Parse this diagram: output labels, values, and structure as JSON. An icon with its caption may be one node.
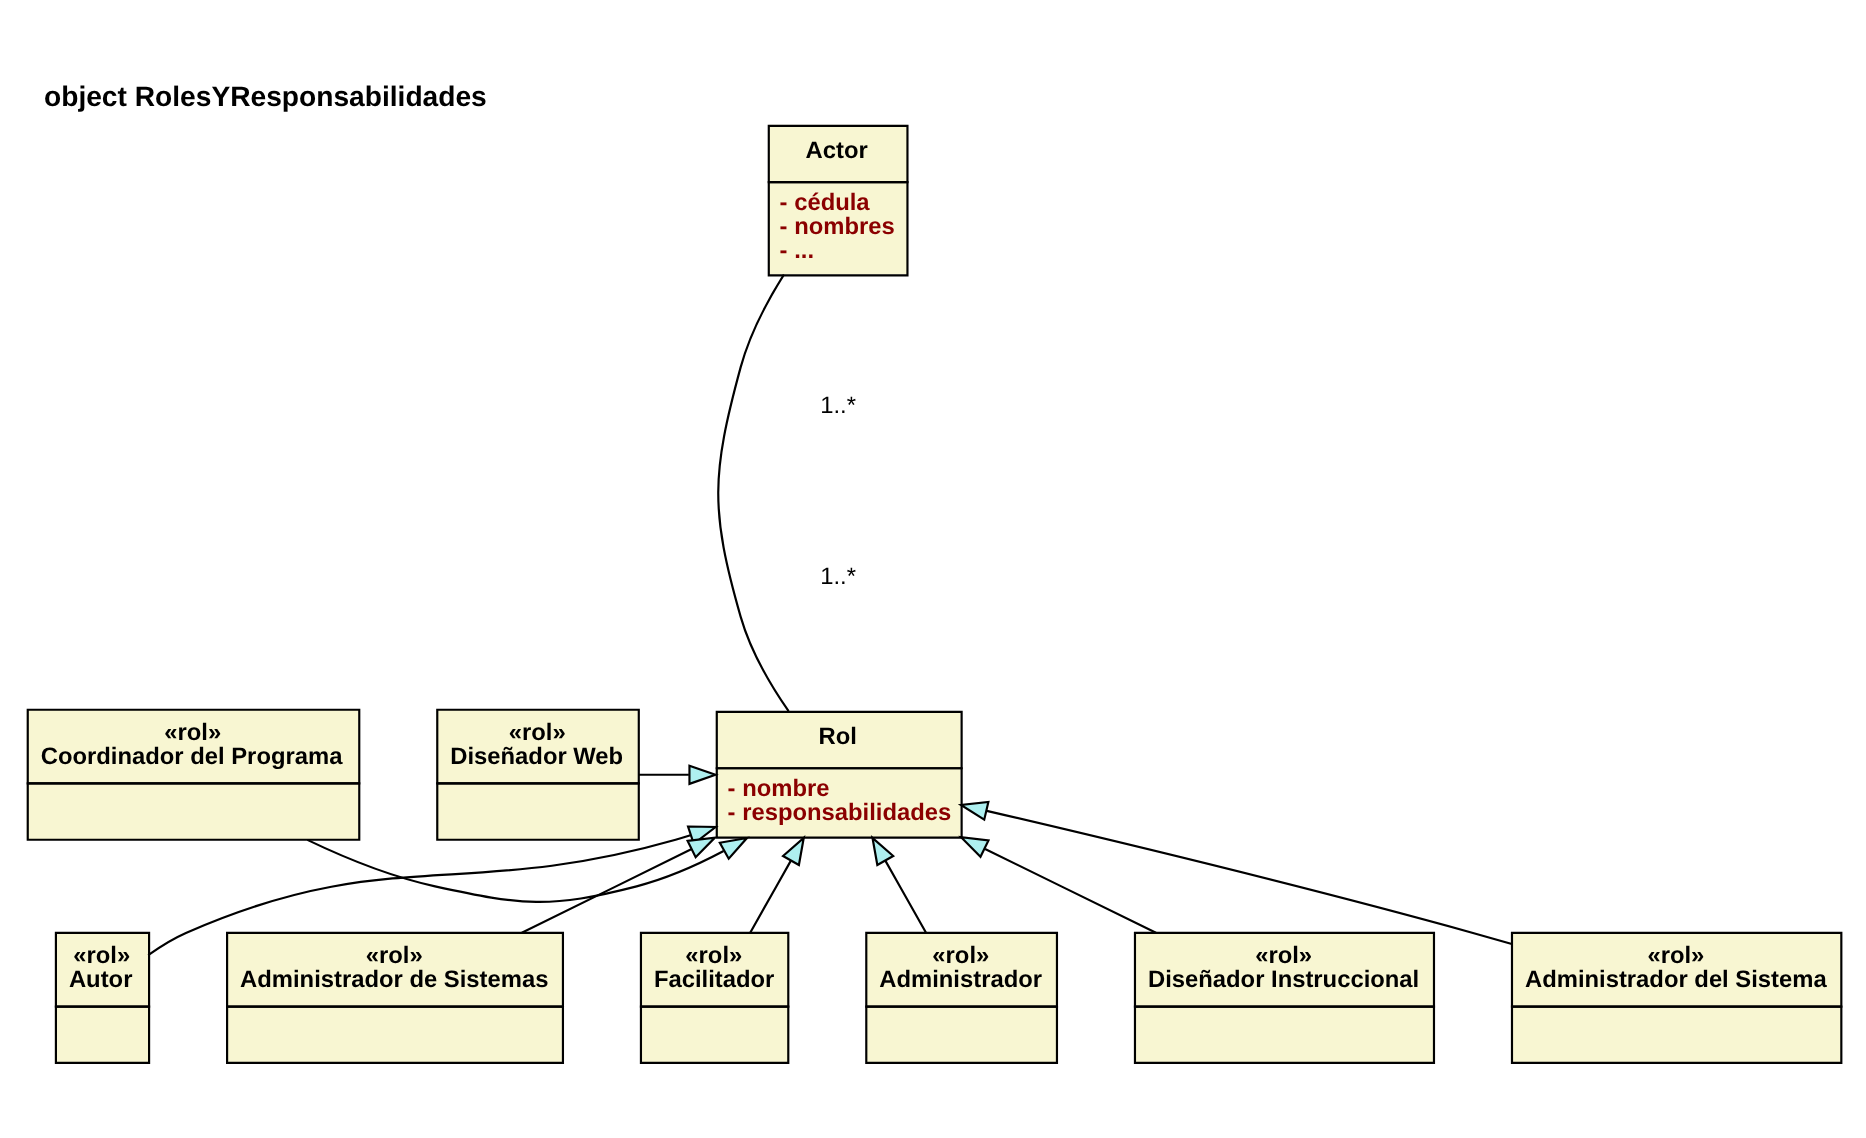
{
  "diagram": {
    "title": "object RolesYResponsabilidades",
    "nodes": [
      {
        "text": [
          "Actor",
          "- cédula",
          "- nombres",
          "- ..."
        ]
      },
      {
        "text": [
          "Rol",
          "- nombre",
          "- responsabilidades"
        ]
      },
      {
        "text": [
          "«rol»",
          "Coordinador del Programa"
        ]
      },
      {
        "text": [
          "«rol»",
          "Diseñador Web"
        ]
      },
      {
        "text": [
          "«rol»",
          "Autor"
        ]
      },
      {
        "text": [
          "«rol»",
          "Administrador de Sistemas"
        ]
      },
      {
        "text": [
          "«rol»",
          "Facilitador"
        ]
      },
      {
        "text": [
          "«rol»",
          "Administrador"
        ]
      },
      {
        "text": [
          "«rol»",
          "Diseñador Instruccional"
        ]
      },
      {
        "text": [
          "«rol»",
          "Administrador del Sistema"
        ]
      }
    ],
    "edges": [
      {
        "from": 0,
        "to": 1,
        "arrow": "none"
      },
      {
        "from": 2,
        "to": 1,
        "arrow": "to"
      },
      {
        "from": 3,
        "to": 1,
        "arrow": "to"
      },
      {
        "from": 4,
        "to": 1,
        "arrow": "to"
      },
      {
        "from": 5,
        "to": 1,
        "arrow": "to"
      },
      {
        "from": 6,
        "to": 1,
        "arrow": "to"
      },
      {
        "from": 7,
        "to": 1,
        "arrow": "to"
      },
      {
        "from": 8,
        "to": 1,
        "arrow": "to"
      },
      {
        "from": 9,
        "to": 1,
        "arrow": "to"
      }
    ],
    "labels": [
      "1..*",
      "1..*"
    ]
  }
}
